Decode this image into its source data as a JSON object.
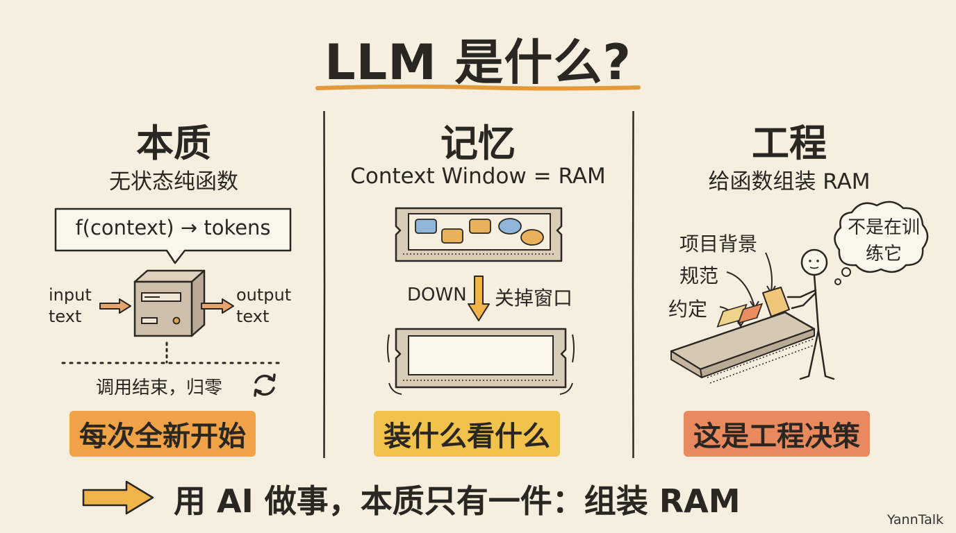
{
  "title": "LLM 是什么?",
  "columns": [
    {
      "heading": "本质",
      "subheading": "无状态纯函数",
      "formula": "f(context) → tokens",
      "input_label": "input text",
      "output_label": "output text",
      "note": "调用结束，归零",
      "highlight": "每次全新开始",
      "highlight_color": "#f0a346"
    },
    {
      "heading": "记忆",
      "subheading": "Context Window = RAM",
      "down_label": "DOWN",
      "down_caption": "关掉窗口",
      "highlight": "装什么看什么",
      "highlight_color": "#f1c24c"
    },
    {
      "heading": "工程",
      "subheading": "给函数组装 RAM",
      "items": [
        "项目背景",
        "规范",
        "约定"
      ],
      "thought": "不是在训练它",
      "highlight": "这是工程决策",
      "highlight_color": "#e8895e"
    }
  ],
  "bottom": {
    "text": "用 AI 做事，本质只有一件：组装 RAM"
  },
  "signature": "YannTalk",
  "colors": {
    "background": "#f6eedf",
    "accent_orange": "#e29a3a",
    "ink": "#2a2622"
  }
}
